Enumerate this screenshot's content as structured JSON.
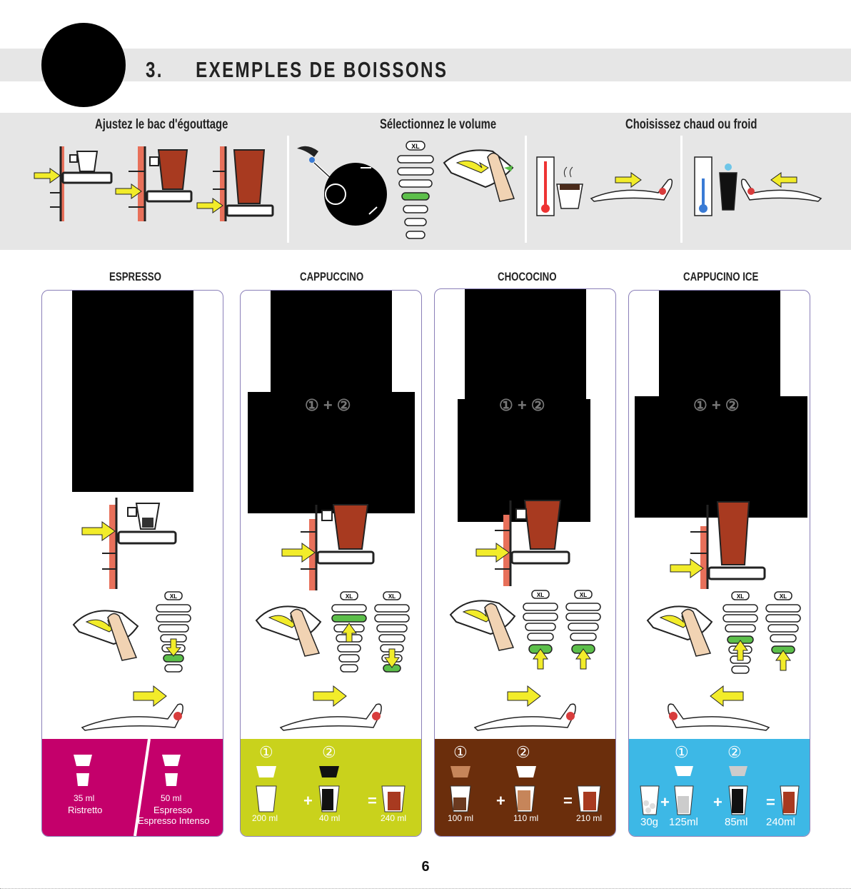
{
  "section": {
    "number": "3.",
    "title": "EXEMPLES DE BOISSONS"
  },
  "steps": [
    {
      "label": "Ajustez le bac d'égouttage"
    },
    {
      "label": "Sélectionnez le volume"
    },
    {
      "label": "Choisissez chaud ou froid"
    }
  ],
  "xl_label": "XL",
  "plus_marker": "① + ②",
  "drinks": [
    {
      "name": "ESPRESSO",
      "color": "#c4006b",
      "items": [
        {
          "volume": "35 ml",
          "label": "Ristretto"
        },
        {
          "volume": "50 ml",
          "label": "Espresso",
          "label2": "Espresso Intenso"
        }
      ]
    },
    {
      "name": "CAPPUCCINO",
      "color": "#c9d21c",
      "steps": [
        "①",
        "②"
      ],
      "volumes": [
        "200 ml",
        "40 ml",
        "240 ml"
      ]
    },
    {
      "name": "CHOCOCINO",
      "color": "#6b2e0c",
      "steps": [
        "①",
        "②"
      ],
      "volumes": [
        "100 ml",
        "110 ml",
        "210 ml"
      ]
    },
    {
      "name": "CAPPUCINO ICE",
      "color": "#3db8e6",
      "steps": [
        "①",
        "②"
      ],
      "volumes": [
        "30g",
        "125ml",
        "85ml",
        "240ml"
      ]
    }
  ],
  "page_number": "6"
}
